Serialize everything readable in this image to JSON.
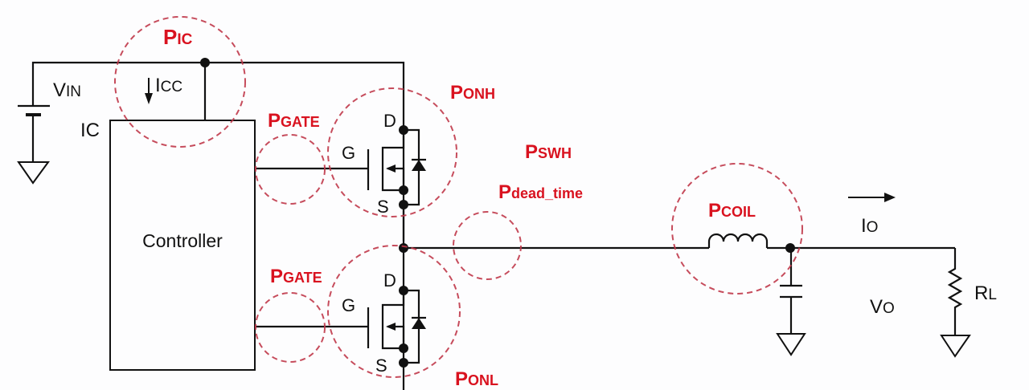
{
  "diagram": {
    "title": "Buck converter power loss breakdown",
    "colors": {
      "wire": "#111111",
      "loss_label": "#d9121f",
      "loss_circle": "#c0394a"
    },
    "labels": {
      "vin_main": "V",
      "vin_sub": "IN",
      "icc_main": "I",
      "icc_sub": "CC",
      "ic": "IC",
      "controller": "Controller",
      "high_g": "G",
      "high_d": "D",
      "high_s": "S",
      "low_g": "G",
      "low_d": "D",
      "low_s": "S",
      "io_main": "I",
      "io_sub": "O",
      "vo_main": "V",
      "vo_sub": "O",
      "rl_main": "R",
      "rl_sub": "L"
    },
    "loss_labels": {
      "pic_main": "P",
      "pic_sub": "IC",
      "ponh_main": "P",
      "ponh_sub": "ONH",
      "pgate_high_main": "P",
      "pgate_high_sub": "GATE",
      "pgate_low_main": "P",
      "pgate_low_sub": "GATE",
      "pswh_main": "P",
      "pswh_sub": "SWH",
      "pdead_main": "P",
      "pdead_sub": "dead_time",
      "pcoil_main": "P",
      "pcoil_sub": "COIL",
      "ponl_main": "P",
      "ponl_sub": "ONL"
    },
    "icons": {
      "ground": "ground-symbol",
      "battery": "battery-symbol",
      "mosfet": "n-channel-mosfet-symbol",
      "inductor": "inductor-symbol",
      "capacitor": "capacitor-symbol",
      "resistor": "resistor-symbol",
      "arrow": "current-arrow"
    }
  }
}
